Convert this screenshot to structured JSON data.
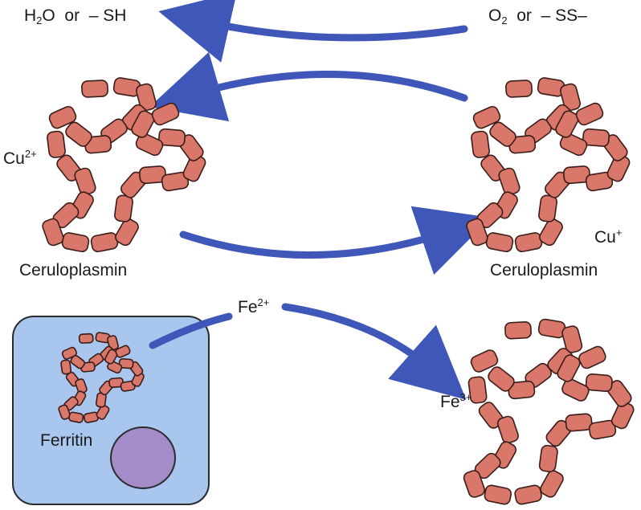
{
  "labels": {
    "left_product": {
      "text_1": "H",
      "sub": "2",
      "text_2": "O  or  – SH"
    },
    "right_reactant": {
      "text_1": "O",
      "sub": "2",
      "text_2": "  or  – SS–"
    },
    "cu2": {
      "text": "Cu",
      "sup": "2+"
    },
    "cu1": {
      "text": "Cu",
      "sup": "+"
    },
    "ceruloplasmin_left": "Ceruloplasmin",
    "ceruloplasmin_right": "Ceruloplasmin",
    "fe2": {
      "text": "Fe",
      "sup": "2+"
    },
    "fe3": {
      "text": "Fe",
      "sup": "3+"
    },
    "ferritin": "Ferritin"
  },
  "colors": {
    "arrow": "#3f57b8",
    "bead_fill": "#d9776a",
    "bead_stroke": "#3a1d18",
    "cell_fill": "#a9c6ee",
    "cell_stroke": "#2b2b2b",
    "nucleus_fill": "#a48cc9"
  },
  "icons": [
    "ceruloplasmin-protein-chain",
    "ferritin-protein-chain",
    "cell",
    "nucleus",
    "curved-arrow"
  ]
}
